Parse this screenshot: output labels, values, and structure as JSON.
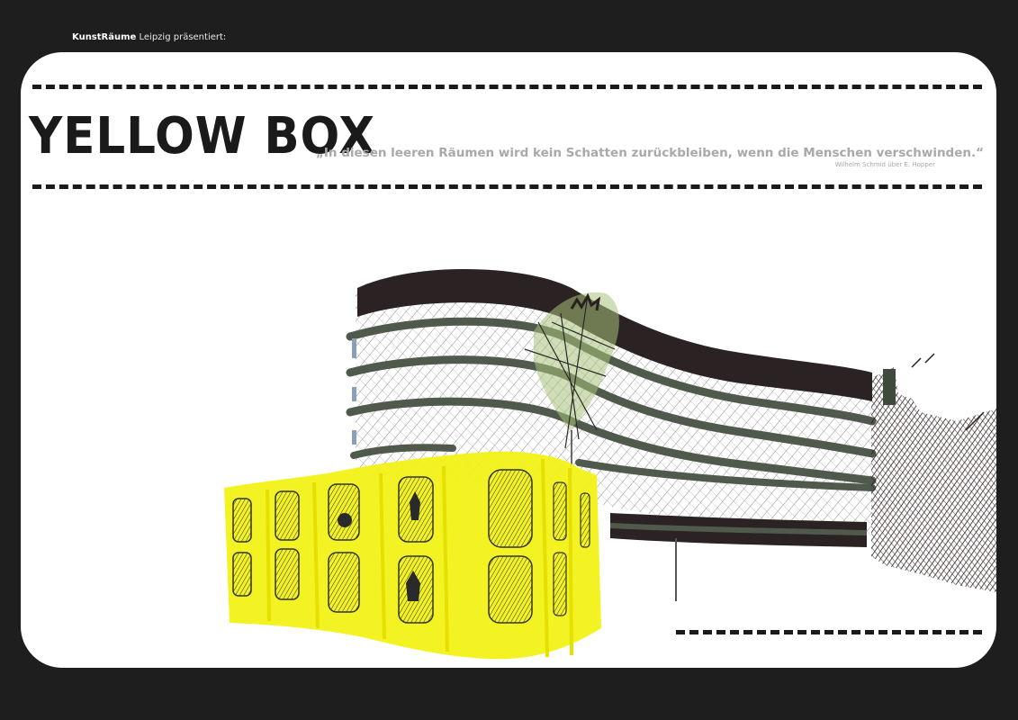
{
  "header": {
    "brand": "KunstRäume",
    "rest": " Leipzig präsentiert:"
  },
  "poster": {
    "title": "YELLOW BOX",
    "quote": "„In diesen leeren Räumen wird kein Schatten zurückbleiben, wenn die Menschen verschwinden.“",
    "attribution": "Wilhelm Schmid über E. Hopper"
  },
  "colors": {
    "background": "#1e1e1e",
    "card": "#ffffff",
    "highlighter_yellow": "#f2f218",
    "marker_green": "#4f5a4d",
    "marker_dark": "#2a2020",
    "ink": "#1a1a1a",
    "quote_gray": "#a9a9a9"
  },
  "artwork": {
    "description_icon": "marker-sketch-illustration"
  }
}
